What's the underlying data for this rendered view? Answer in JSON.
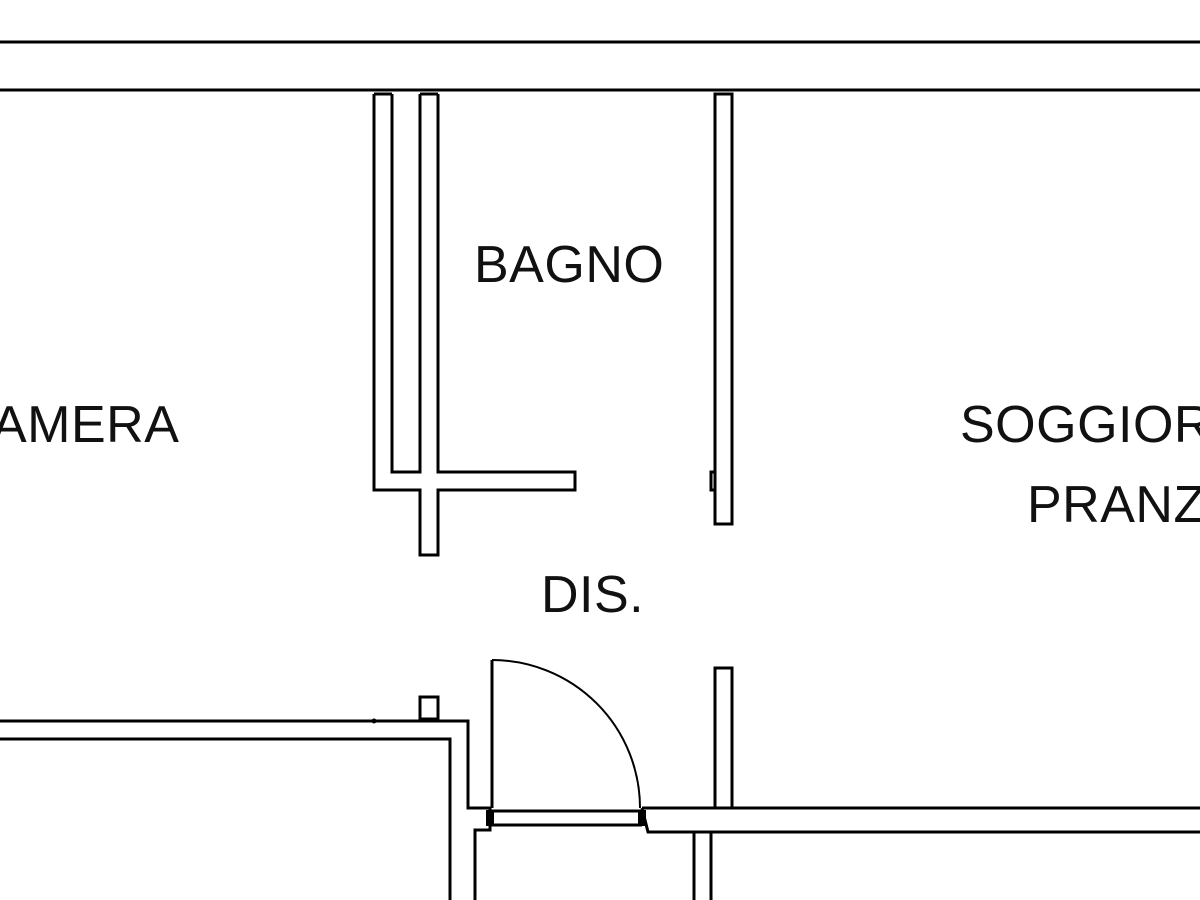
{
  "rooms": {
    "camera": "AMERA",
    "bagno": "BAGNO",
    "soggiorno": "SOGGIOR",
    "pranzo": "PRANZ",
    "disimpegno": "DIS."
  }
}
